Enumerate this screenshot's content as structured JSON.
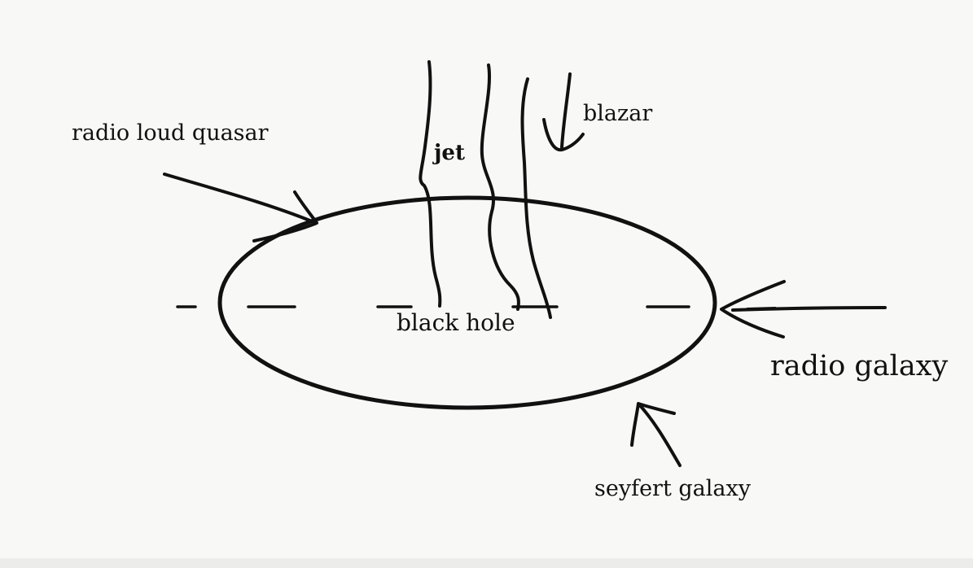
{
  "labels": {
    "radio_loud_quasar": "radio loud quasar",
    "jet": "jet",
    "blazar": "blazar",
    "black_hole": "black hole",
    "radio_galaxy": "radio galaxy",
    "seyfert_galaxy": "seyfert galaxy"
  },
  "colors": {
    "ink": "#111111",
    "paper": "#f8f8f7"
  }
}
